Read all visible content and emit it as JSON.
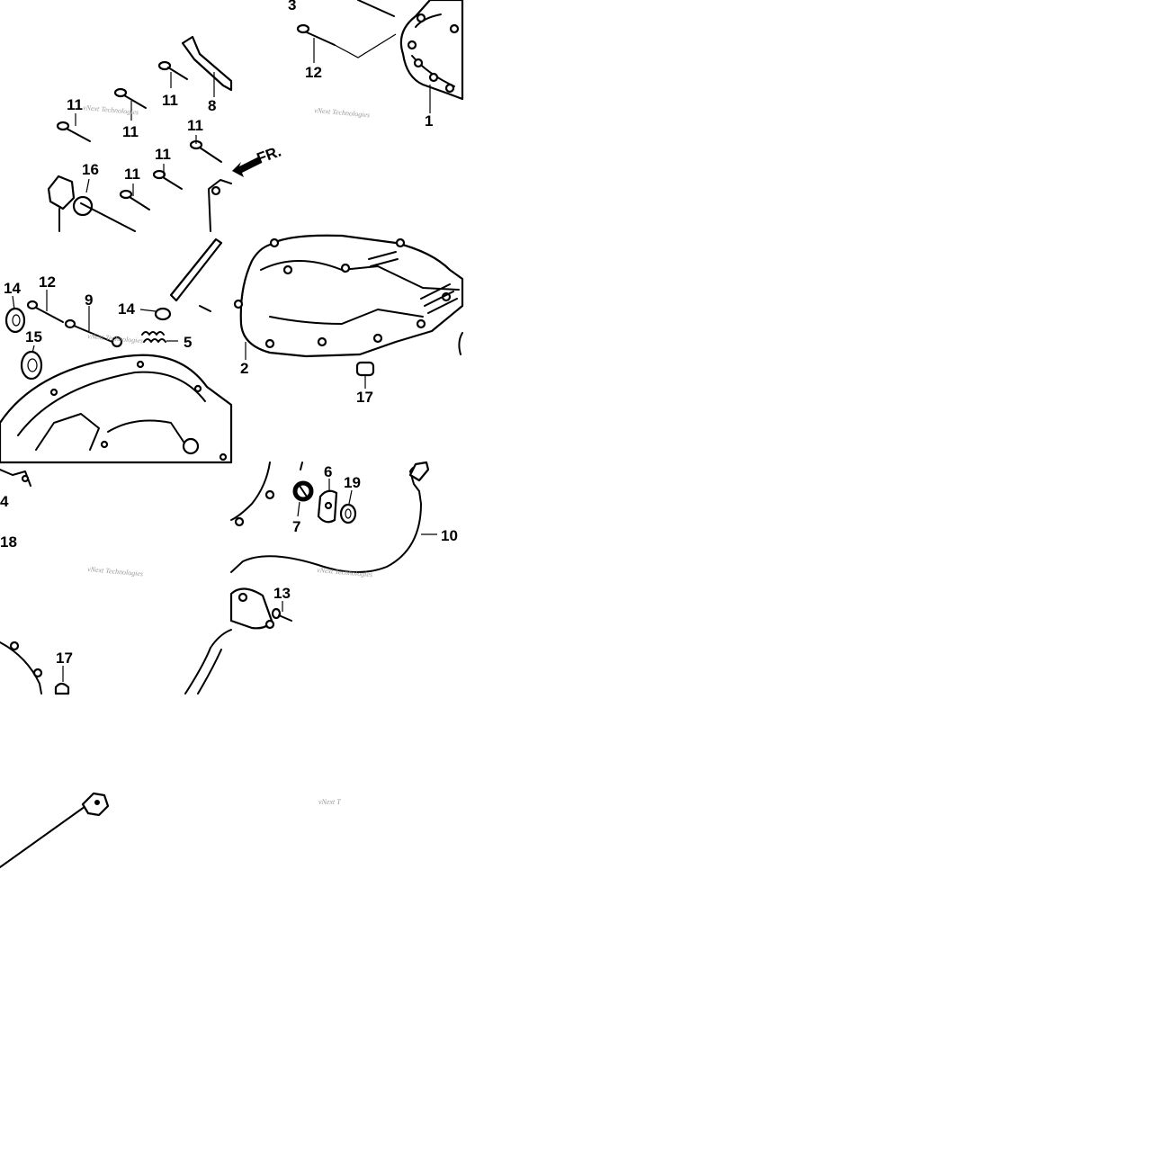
{
  "diagram": {
    "labels": {
      "l1": "1",
      "l2": "2",
      "l3": "3",
      "l4": "4",
      "l5": "5",
      "l6": "6",
      "l7": "7",
      "l8": "8",
      "l9": "9",
      "l10": "10",
      "l11a": "11",
      "l11b": "11",
      "l11c": "11",
      "l11d": "11",
      "l11e": "11",
      "l11f": "11",
      "l12a": "12",
      "l12b": "12",
      "l13": "13",
      "l14a": "14",
      "l14b": "14",
      "l15": "15",
      "l16": "16",
      "l17a": "17",
      "l17b": "17",
      "l18": "18",
      "l19": "19"
    },
    "front_arrow_text": "FR.",
    "watermark": "vNext Technologies"
  }
}
